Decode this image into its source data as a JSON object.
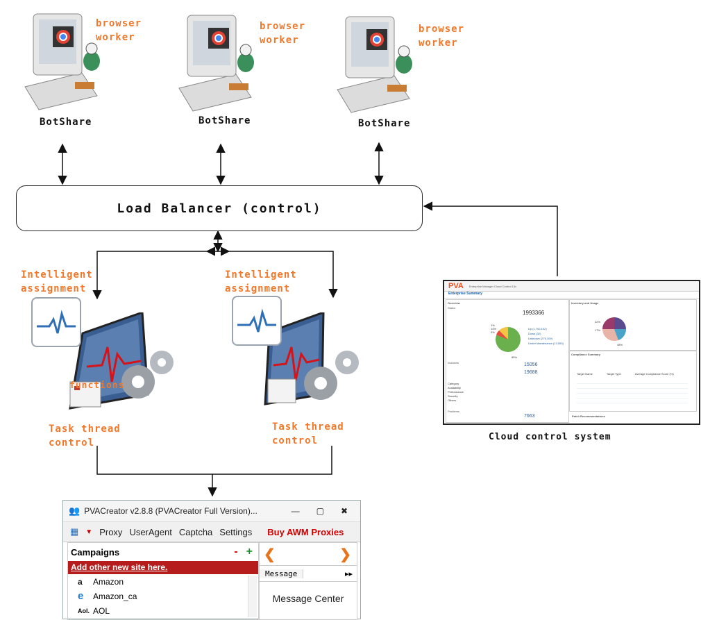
{
  "workers": [
    {
      "label": "browser\nworker",
      "name": "BotShare"
    },
    {
      "label": "browser\nworker",
      "name": "BotShare"
    },
    {
      "label": "browser\nworker",
      "name": "BotShare"
    }
  ],
  "load_balancer": "Load Balancer (control)",
  "assign_label": "Intelligent\nassignment",
  "task_label": "Task thread\ncontrol",
  "functions_label": "functions",
  "cloud": {
    "caption": "Cloud control system",
    "logo": "PVA",
    "header": "Enterprise Manager Cloud Control 13c",
    "subtitle": "Enterprise Summary",
    "overview": "Overview",
    "status": "Status",
    "targets_count": "1993366",
    "legend": [
      "Up (1,762,102)",
      "Down (32)",
      "Unknown (275,109)",
      "Under Maintenance (13,553)"
    ],
    "pie_pcts": [
      "1%",
      "14%",
      "0%",
      "85%"
    ],
    "inventory": "Inventory and Usage",
    "incidents": "Incidents",
    "inc1": "15056",
    "inc2": "19688",
    "compliance": "Compliance Summary",
    "problems": "Problems",
    "problems_total": "7663",
    "patch": "Patch Recommendations",
    "table_headers": [
      "Target Name",
      "Target Type",
      "Average Compliance Score (%)"
    ],
    "category_rows": [
      "Category",
      "Availability",
      "Performance",
      "Security",
      "Others"
    ],
    "inv_pcts": [
      "22%",
      "17%",
      "48%"
    ]
  },
  "app": {
    "title": "PVACreator v2.8.8 (PVACreator Full Version)...",
    "menu": [
      "Proxy",
      "UserAgent",
      "Captcha",
      "Settings"
    ],
    "buy": "Buy AWM Proxies",
    "campaigns": "Campaigns",
    "minus": "-",
    "plus": "+",
    "add_site": "Add other new site here.",
    "sites": [
      "Amazon",
      "Amazon_ca",
      "AOL"
    ],
    "site_icons": [
      "a",
      "e",
      "Aol."
    ],
    "tab": "Message",
    "message_center": "Message Center"
  },
  "colors": {
    "accent": "#f0782a",
    "brand_red": "#b71c1c",
    "monitor_red": "#d4141a"
  }
}
